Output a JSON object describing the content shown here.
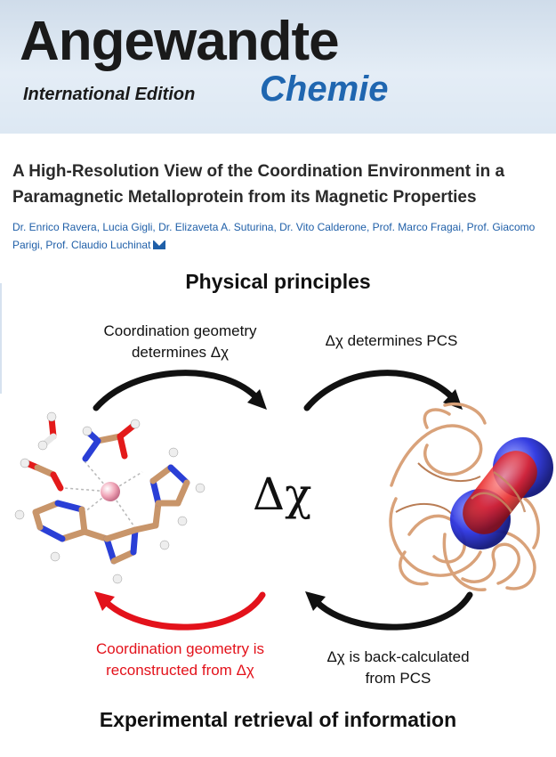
{
  "journal": {
    "name_line1": "Angewandte",
    "edition": "International Edition",
    "name_line2": "Chemie",
    "colors": {
      "brand_blue": "#1f66b0",
      "banner": "#dde8f3"
    }
  },
  "article": {
    "title": "A High-Resolution View of the Coordination Environment in a Paramagnetic Metalloprotein from its Magnetic Properties",
    "authors": "Dr. Enrico Ravera, Lucia Gigli, Dr. Elizaveta A. Suturina, Dr. Vito Calderone, Prof. Marco Fragai, Prof. Giacomo Parigi, Prof. Claudio Luchinat",
    "contact_icon": "envelope-icon"
  },
  "figure": {
    "top_heading": "Physical principles",
    "label_top_left_1": "Coordination geometry",
    "label_top_left_2": "determines Δχ",
    "label_top_right": "Δχ determines PCS",
    "center_symbol": "Δχ",
    "label_bottom_left_1": "Coordination geometry is",
    "label_bottom_left_2": "reconstructed from Δχ",
    "label_bottom_right_1": "Δχ is back-calculated",
    "label_bottom_right_2": "from PCS",
    "bottom_heading": "Experimental retrieval of information",
    "colors": {
      "red_text": "#e3121b",
      "arrow_black": "#111111",
      "arrow_red": "#e3121b",
      "carbon": "#c8956a",
      "nitrogen": "#2a3fd6",
      "oxygen": "#e31a1a",
      "metal": "#f0a6b8",
      "protein": "#d9a27a",
      "positive_lobe": "#2b34e0",
      "negative_lobe": "#e82020"
    }
  }
}
